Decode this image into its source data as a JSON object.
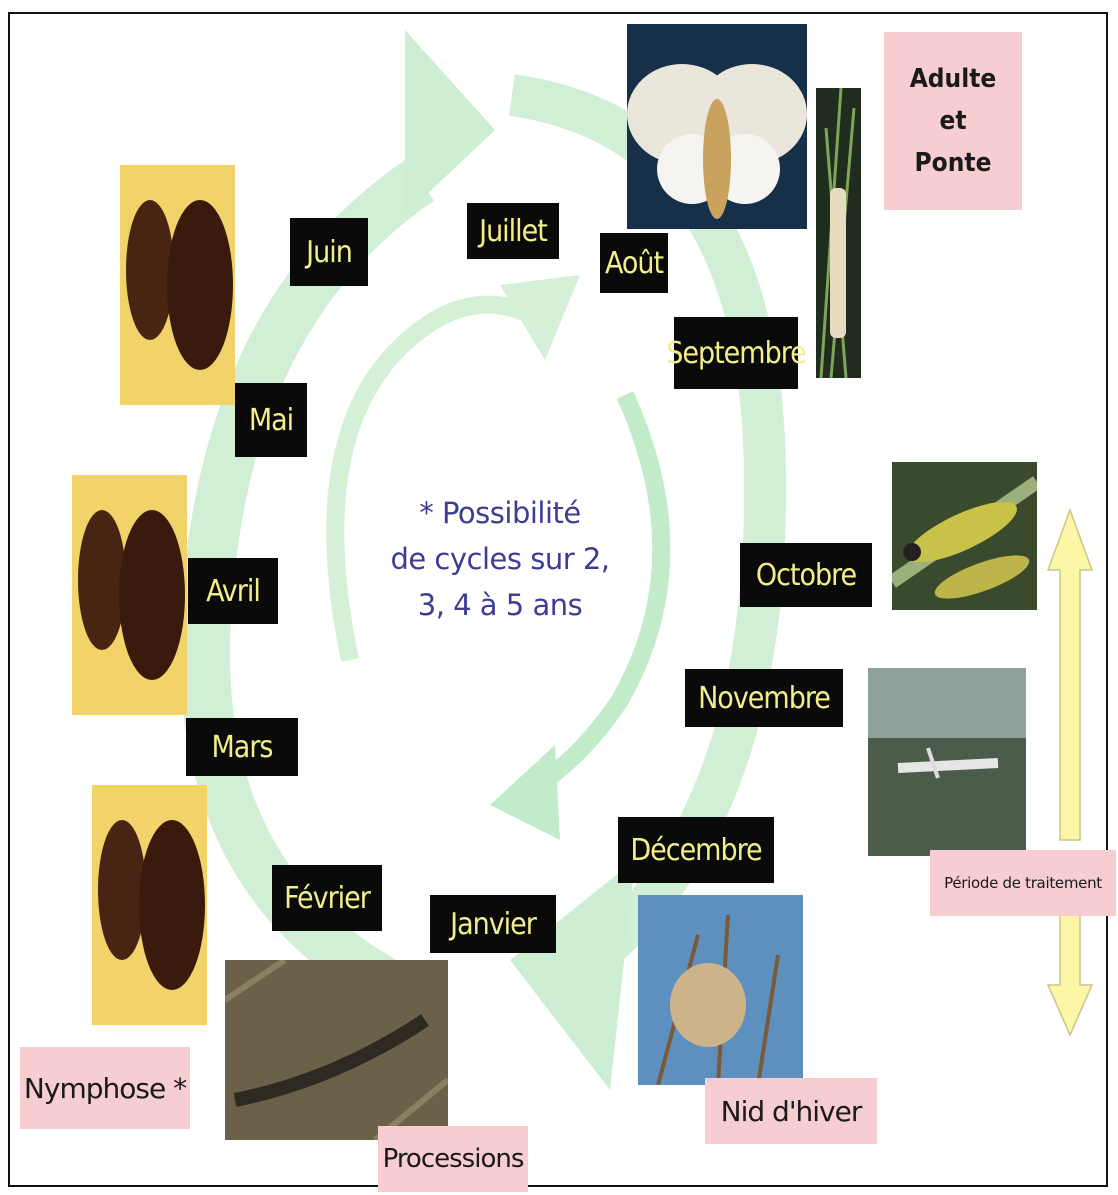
{
  "months": {
    "juin": "Juin",
    "juillet": "Juillet",
    "aout": "Août",
    "septembre": "Septembre",
    "mai": "Mai",
    "avril": "Avril",
    "mars": "Mars",
    "fevrier": "Février",
    "janvier": "Janvier",
    "octobre": "Octobre",
    "novembre": "Novembre",
    "decembre": "Décembre"
  },
  "stages": {
    "adulte_line1": "Adulte",
    "adulte_line2": "et",
    "adulte_line3": "Ponte",
    "nymphose": "Nymphose *",
    "processions": "Processions",
    "nid_hiver": "Nid d'hiver",
    "periode_traitement": "Période de traitement"
  },
  "center_note": {
    "line1": "* Possibilité",
    "line2": "de cycles sur 2,",
    "line3": "3, 4 à 5 ans"
  },
  "colors": {
    "arrow_green": "#c9f0cf",
    "month_label_bg": "#0a0a0a",
    "month_label_text": "#f2ef8a",
    "stage_label_bg": "#f6cdd0",
    "note_text": "#3d3d92",
    "treatment_arrow": "#fbf7a6"
  }
}
